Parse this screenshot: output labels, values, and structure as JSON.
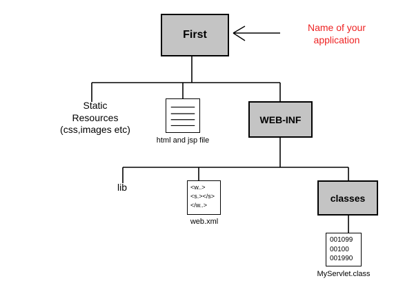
{
  "diagram": {
    "title_node": {
      "label": "First"
    },
    "annotation": {
      "text": "Name of your\napplication",
      "color": "#ee2222"
    },
    "nodes": [
      {
        "label": "First"
      },
      {
        "label": "WEB-INF"
      },
      {
        "label": "classes"
      }
    ],
    "labels": {
      "static_resources": "Static\nResources\n(css,images etc)",
      "lib": "lib"
    },
    "captions": {
      "html_jsp": "html and jsp file",
      "web_xml": "web.xml",
      "myservlet": "MyServlet.class"
    },
    "xml_file": {
      "lines": [
        "<w..>",
        "<s.></s>",
        "</w..>"
      ]
    },
    "class_file": {
      "lines": [
        "001099",
        "00100",
        "001990"
      ]
    },
    "doc_file": {
      "line_count": 4
    },
    "colors": {
      "node_fill": "#c4c4c4",
      "stroke": "#000000",
      "background": "#ffffff",
      "annotation": "#ee2222"
    }
  }
}
